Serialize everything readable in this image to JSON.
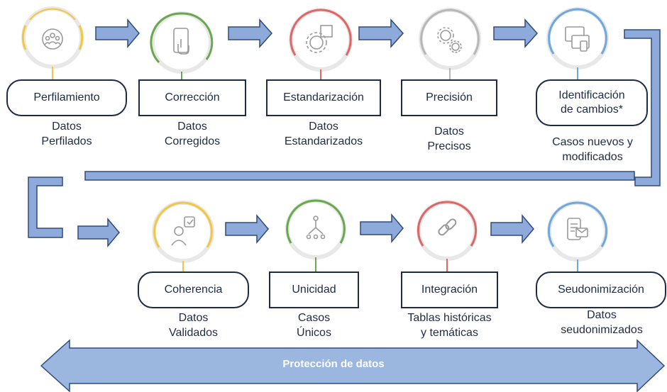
{
  "steps": [
    {
      "label": "Perfilamiento",
      "output": [
        "Datos",
        "Perfilados"
      ],
      "color": "#f2c744",
      "icon": "people-target-icon"
    },
    {
      "label": "Corrección",
      "output": [
        "Datos",
        "Corregidos"
      ],
      "color": "#6aa84f",
      "icon": "touch-phone-icon"
    },
    {
      "label": "Estandarización",
      "output": [
        "Datos",
        "Estandarizados"
      ],
      "color": "#e06666",
      "icon": "gear-cube-icon"
    },
    {
      "label": "Precisión",
      "output": [
        "Datos",
        "Precisos"
      ],
      "color": "#b7b7b7",
      "icon": "gears-icon"
    },
    {
      "label": "Identificación de cambios*",
      "output": [
        "Casos nuevos y",
        "modificados"
      ],
      "color": "#6fa8dc",
      "icon": "devices-icon"
    },
    {
      "label": "Coherencia",
      "output": [
        "Datos",
        "Validados"
      ],
      "color": "#f2c744",
      "icon": "person-check-icon"
    },
    {
      "label": "Unicidad",
      "output": [
        "Casos",
        "Únicos"
      ],
      "color": "#6aa84f",
      "icon": "network-icon"
    },
    {
      "label": "Integración",
      "output": [
        "Tablas históricas",
        "y temáticas"
      ],
      "color": "#e06666",
      "icon": "chain-link-icon"
    },
    {
      "label": "Seudonimización",
      "output": [
        "Datos",
        "seudonimizados"
      ],
      "color": "#6fa8dc",
      "icon": "phone-mail-icon"
    }
  ],
  "identificacion_lines": [
    "Identificación",
    "de cambios*"
  ],
  "banner": "Protección de datos",
  "colors": {
    "navy": "#1f2a44",
    "arrow_fill": "#8eaadb",
    "arrow_stroke": "#2f4a7a",
    "banner_fill": "#9bb7e0"
  }
}
